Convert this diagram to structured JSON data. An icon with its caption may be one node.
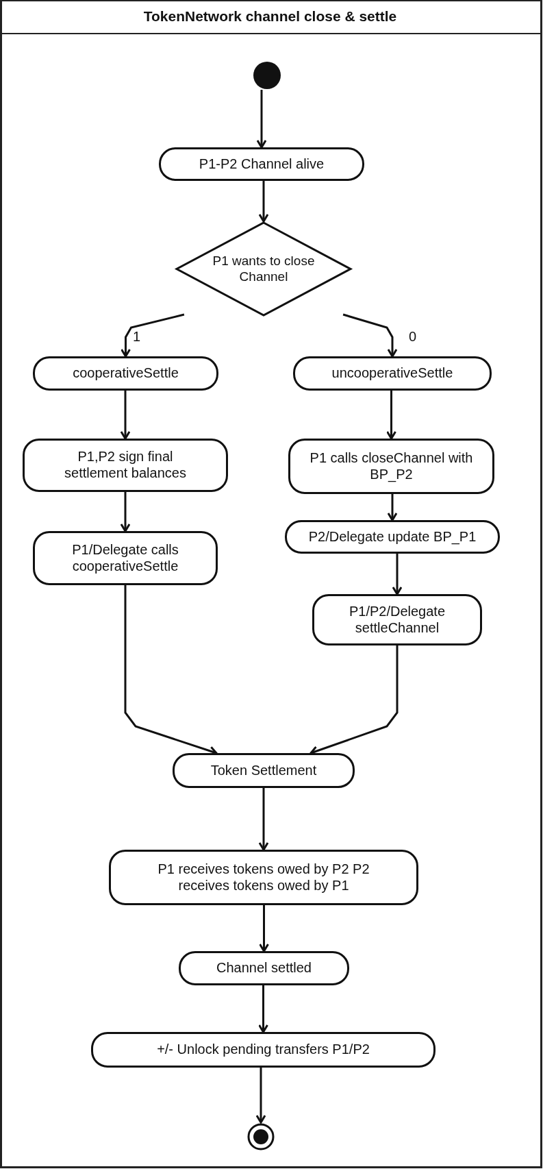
{
  "diagram": {
    "title": "TokenNetwork channel close & settle",
    "nodes": [
      {
        "text": [],
        "shape": "circle"
      },
      {
        "text": [
          "P1-P2 Channel alive"
        ]
      },
      {
        "text": [
          "P1 wants to close Channel"
        ]
      },
      {
        "text": [
          "cooperativeSettle"
        ]
      },
      {
        "text": [
          "uncooperativeSettle"
        ]
      },
      {
        "text": [
          "P1,P2 sign final settlement balances"
        ]
      },
      {
        "text": [
          "P1 calls closeChannel with BP_P2"
        ]
      },
      {
        "text": [
          "P1/Delegate calls cooperativeSettle"
        ]
      },
      {
        "text": [
          "P2/Delegate update BP_P1"
        ]
      },
      {
        "text": [
          "P1/P2/Delegate settleChannel"
        ]
      },
      {
        "text": [
          "Token Settlement"
        ]
      },
      {
        "text": [
          "P1 receives tokens owed by P2 P2 receives tokens owed by P1"
        ]
      },
      {
        "text": [
          "Channel settled"
        ]
      },
      {
        "text": [
          "+/- Unlock pending transfers P1/P2"
        ]
      },
      {
        "text": [],
        "shape": "bullseye"
      }
    ],
    "edges": [
      {
        "from": 0,
        "to": 1,
        "arrow": "to"
      },
      {
        "from": 1,
        "to": 2,
        "arrow": "to"
      },
      {
        "from": 2,
        "to": 3,
        "arrow": "to",
        "label": "1"
      },
      {
        "from": 2,
        "to": 4,
        "arrow": "to",
        "label": "0"
      },
      {
        "from": 3,
        "to": 5,
        "arrow": "to"
      },
      {
        "from": 5,
        "to": 7,
        "arrow": "to"
      },
      {
        "from": 4,
        "to": 6,
        "arrow": "to"
      },
      {
        "from": 6,
        "to": 8,
        "arrow": "to"
      },
      {
        "from": 8,
        "to": 9,
        "arrow": "to"
      },
      {
        "from": 7,
        "to": 10,
        "arrow": "to"
      },
      {
        "from": 9,
        "to": 10,
        "arrow": "to"
      },
      {
        "from": 10,
        "to": 11,
        "arrow": "to"
      },
      {
        "from": 11,
        "to": 12,
        "arrow": "to"
      },
      {
        "from": 12,
        "to": 13,
        "arrow": "to"
      },
      {
        "from": 13,
        "to": 14,
        "arrow": "to"
      }
    ]
  }
}
